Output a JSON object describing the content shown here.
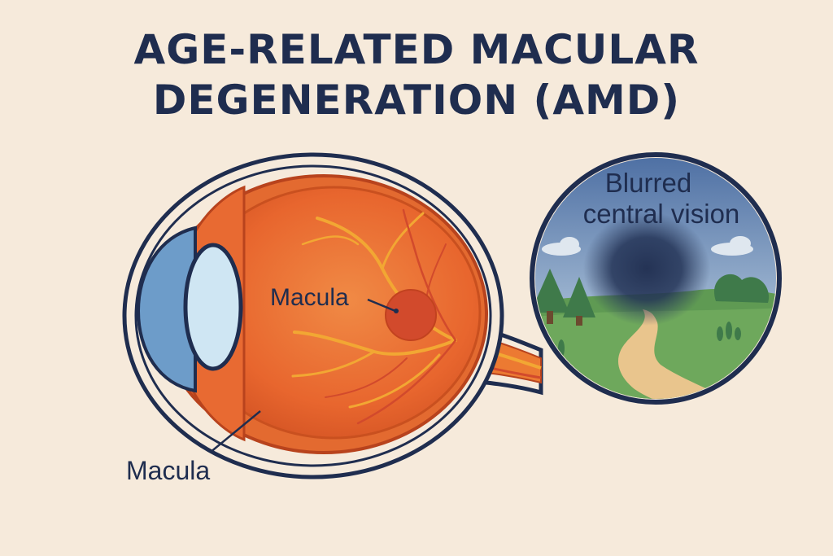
{
  "title": {
    "line1": "AGE-RELATED MACULAR",
    "line2": "DEGENERATION (AMD)"
  },
  "labels": {
    "macula_inner": "Macula",
    "macula_outer": "Macula"
  },
  "inset": {
    "caption_line1": "Blurred",
    "caption_line2": "central vision"
  },
  "colors": {
    "background": "#f6eadb",
    "title": "#1f2d4f",
    "eye_orange": "#e8662e",
    "macula_spot": "#d24a2c",
    "vessels": "#f2a733",
    "cornea_blue": "#6d9cc9",
    "lens": "#cfe6f3",
    "sky": "#6f8fb9",
    "grass": "#5f9a53",
    "path": "#e9c58d",
    "blur_spot": "#1f2d4f"
  }
}
